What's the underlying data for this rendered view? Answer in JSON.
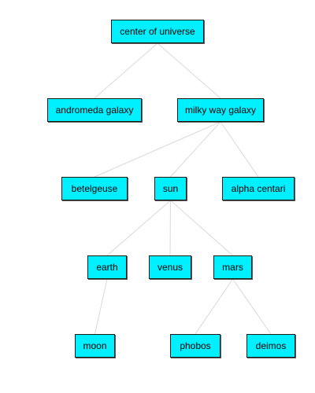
{
  "nodes": [
    {
      "id": "center-of-universe",
      "label": "center of universe",
      "parent": null
    },
    {
      "id": "andromeda-galaxy",
      "label": "andromeda galaxy",
      "parent": "center-of-universe"
    },
    {
      "id": "milky-way-galaxy",
      "label": "milky way galaxy",
      "parent": "center-of-universe"
    },
    {
      "id": "betelgeuse",
      "label": "betelgeuse",
      "parent": "milky-way-galaxy"
    },
    {
      "id": "sun",
      "label": "sun",
      "parent": "milky-way-galaxy"
    },
    {
      "id": "alpha-centari",
      "label": "alpha centari",
      "parent": "milky-way-galaxy"
    },
    {
      "id": "earth",
      "label": "earth",
      "parent": "sun"
    },
    {
      "id": "venus",
      "label": "venus",
      "parent": "sun"
    },
    {
      "id": "mars",
      "label": "mars",
      "parent": "sun"
    },
    {
      "id": "moon",
      "label": "moon",
      "parent": "earth"
    },
    {
      "id": "phobos",
      "label": "phobos",
      "parent": "mars"
    },
    {
      "id": "deimos",
      "label": "deimos",
      "parent": "mars"
    }
  ],
  "colors": {
    "node_fill": "#00f0ff",
    "node_border": "#1a1a1a",
    "edge": "#d9d9d9",
    "background": "#ffffff"
  }
}
